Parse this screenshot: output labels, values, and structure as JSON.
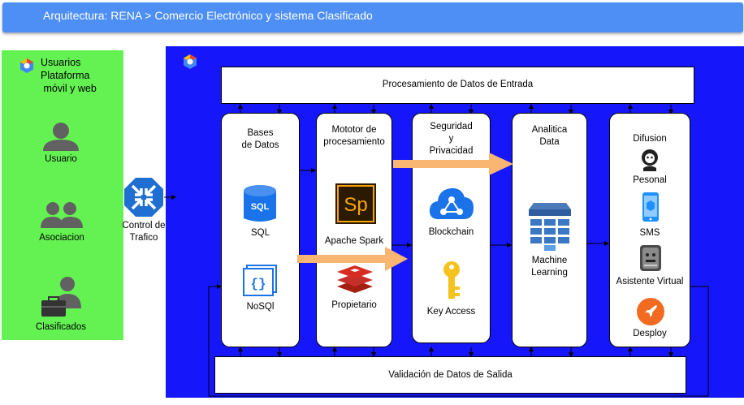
{
  "header": {
    "title": "Arquitectura: RENA > Comercio Electrónico y sistema Clasificado"
  },
  "users": {
    "title_line1": "Usuarios",
    "title_line2": "Plataforma",
    "title_line3": " móvil y web",
    "items": [
      {
        "label": "Usuario",
        "icon": "user-icon"
      },
      {
        "label": "Asociacion",
        "icon": "group-icon"
      },
      {
        "label": "Clasificados",
        "icon": "seller-icon"
      }
    ]
  },
  "traffic": {
    "line1": "Control de",
    "line2": "Trafico",
    "icon": "traffic-control-icon"
  },
  "input_box": {
    "label": "Procesamiento de Datos de Entrada"
  },
  "output_box": {
    "label": "Validación de Datos de Salida"
  },
  "columns": {
    "databases": {
      "title1": "Bases",
      "title2": "de Datos",
      "item1": "SQL",
      "item2": "NoSQl"
    },
    "engine": {
      "title1": "Mototor de",
      "title2": "procesamiento",
      "item1": "Apache Spark",
      "item2": "Propietario"
    },
    "security": {
      "title1": "Seguridad",
      "title2": "y",
      "title3": "Privacidad",
      "item1": "Blockchain",
      "item2": "Key Access"
    },
    "analytics": {
      "title1": "Analitica",
      "title2": "Data",
      "item1": "Machine",
      "item2": "Learning"
    },
    "broadcast": {
      "title": "Difusion",
      "item1": "Pesonal",
      "item2": "SMS",
      "item3": "Asistente Virtual",
      "item4": "Desploy"
    }
  },
  "colors": {
    "header": "#4d8ff5",
    "users_panel": "#64f252",
    "main_panel": "#1616fa",
    "flow_arrow": "#f9b572"
  }
}
